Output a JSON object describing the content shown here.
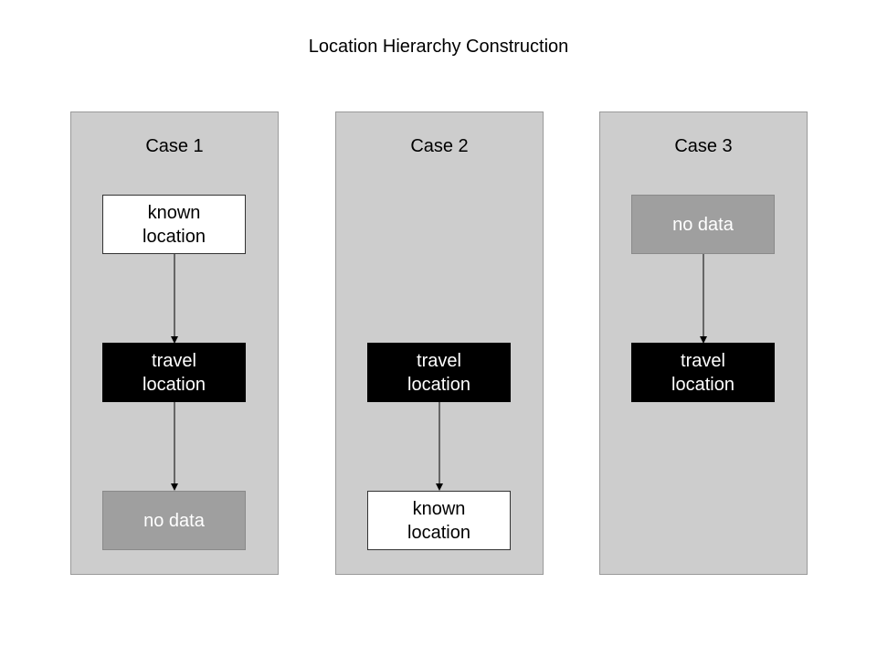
{
  "title": "Location Hierarchy Construction",
  "cases": [
    {
      "label": "Case 1",
      "boxes": [
        {
          "text": "known\nlocation",
          "kind": "known-location"
        },
        {
          "text": "travel\nlocation",
          "kind": "travel-location"
        },
        {
          "text": "no data",
          "kind": "no-data"
        }
      ]
    },
    {
      "label": "Case 2",
      "boxes": [
        {
          "text": "travel\nlocation",
          "kind": "travel-location"
        },
        {
          "text": "known\nlocation",
          "kind": "known-location"
        }
      ]
    },
    {
      "label": "Case 3",
      "boxes": [
        {
          "text": "no data",
          "kind": "no-data"
        },
        {
          "text": "travel\nlocation",
          "kind": "travel-location"
        }
      ]
    }
  ],
  "colors": {
    "panel": "#cdcdcd",
    "known_location": "#ffffff",
    "travel_location": "#000000",
    "no_data": "#9f9f9f"
  }
}
